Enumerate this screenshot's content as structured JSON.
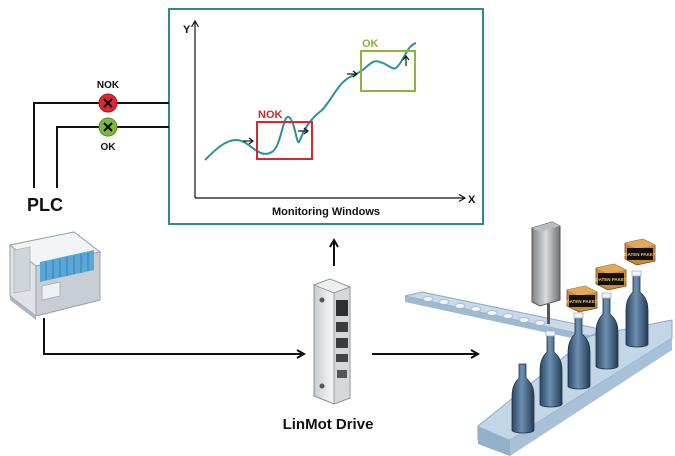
{
  "plc": {
    "label": "PLC"
  },
  "signals": {
    "nok_label": "NOK",
    "ok_label": "OK",
    "nok_icon": "x-mark-icon",
    "ok_icon": "x-mark-icon"
  },
  "monitor": {
    "title": "Monitoring Windows",
    "x_label": "X",
    "y_label": "Y",
    "nok_window_label": "NOK",
    "ok_window_label": "OK"
  },
  "drive": {
    "label": "LinMot Drive"
  },
  "packages": [
    "DATEN PAKET",
    "DATEN PAKET",
    "DATEN PAKET"
  ],
  "colors": {
    "frame": "#2a8a92",
    "curve": "#2b8fa0",
    "nok": "#d42a2f",
    "ok": "#8cb43a",
    "line": "#111111",
    "bottle": "#3d5d7e",
    "conveyor": "#b9cfe3"
  }
}
